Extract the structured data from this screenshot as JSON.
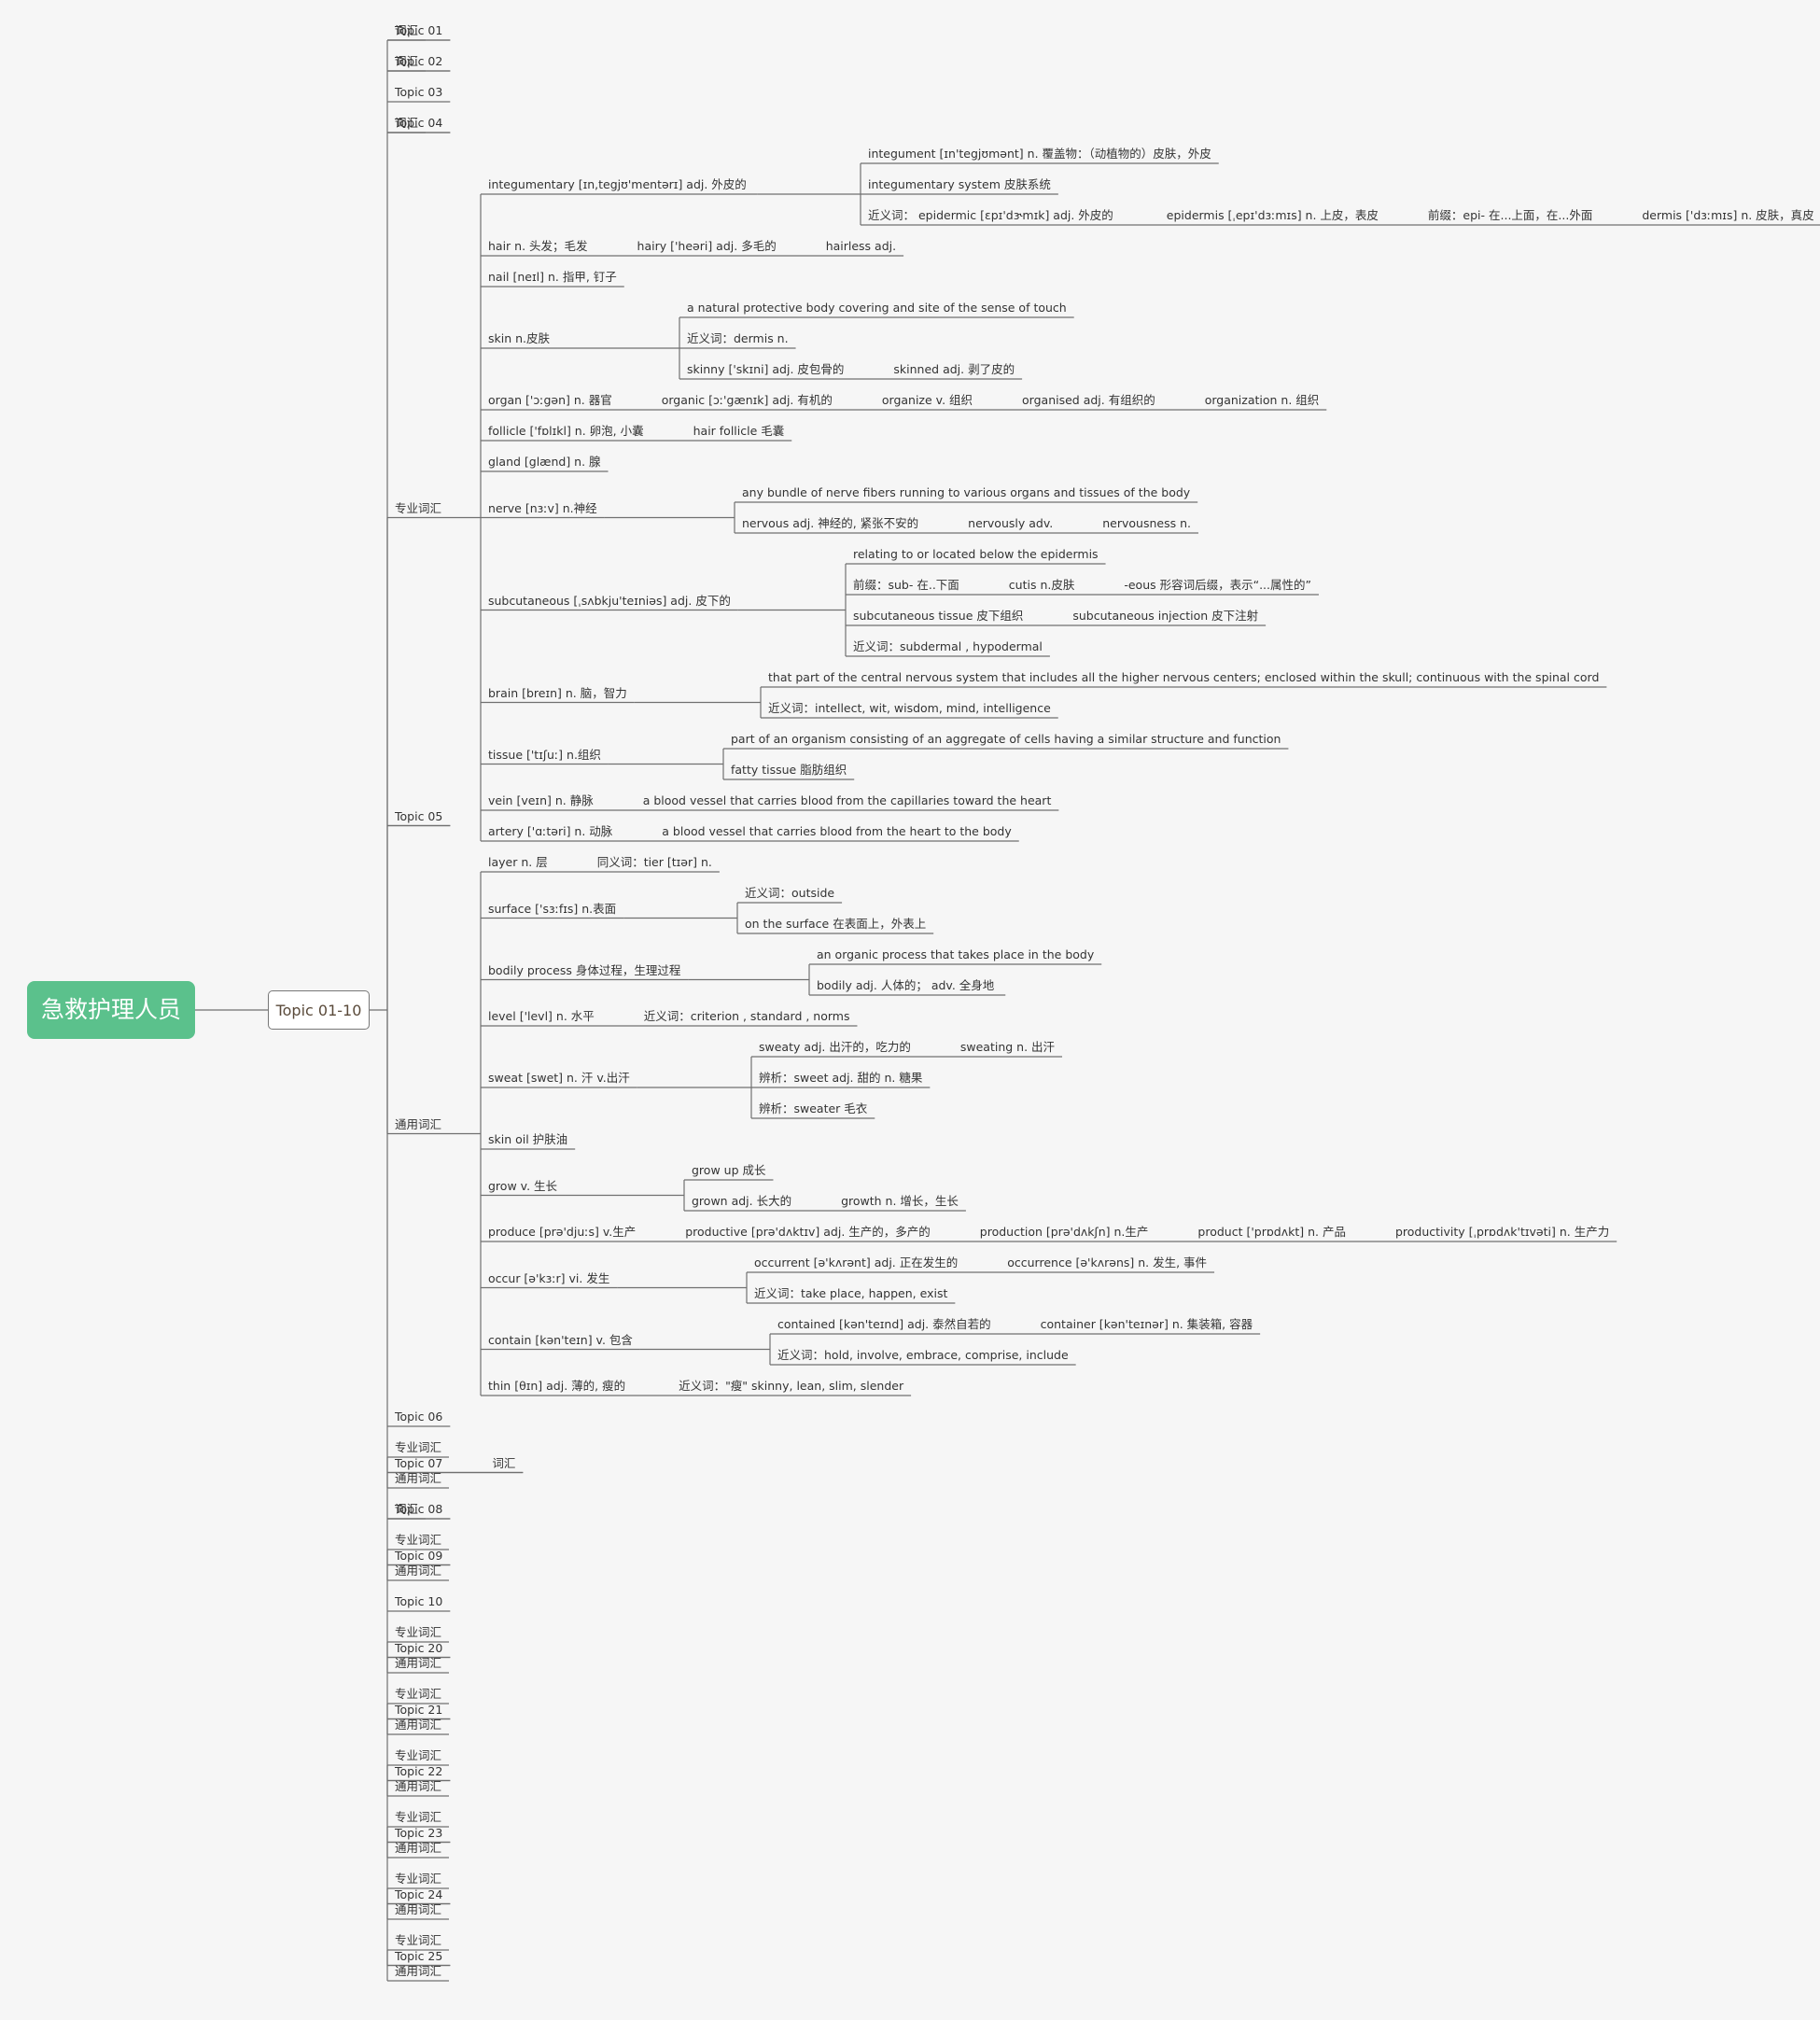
{
  "root": {
    "label": "急救护理人员"
  },
  "center": {
    "label": "Topic 01-10"
  },
  "colors": {
    "root_fill": "#5bc18c",
    "line": "#707070",
    "background": "#f6f6f6"
  },
  "tree": {
    "topics": [
      {
        "label": "Topic 01",
        "children": [
          {
            "label": "词汇"
          }
        ]
      },
      {
        "label": "Topic 02",
        "children": [
          {
            "label": "词汇"
          }
        ]
      },
      {
        "label": "Topic 03"
      },
      {
        "label": "Topic 04",
        "children": [
          {
            "label": "词汇"
          }
        ]
      },
      {
        "label": "Topic 05",
        "children": [
          {
            "label": "专业词汇",
            "children": [
              {
                "label": "integumentary  [ɪn,tegjʊ'mentərɪ] adj. 外皮的",
                "children": [
                  {
                    "label": "integument [ɪn'tegjʊmənt] n. 覆盖物：（动植物的）皮肤，外皮"
                  },
                  {
                    "label": "integumentary system 皮肤系统"
                  },
                  {
                    "label": "近义词：  epidermic [ɛpɪ'dɝmɪk] adj. 外皮的",
                    "chain": [
                      "epidermis [ˌepɪ'dɜːmɪs] n. 上皮，表皮",
                      "前缀：epi- 在...上面，在...外面",
                      "dermis ['dɜːmɪs] n. 皮肤，真皮"
                    ]
                  }
                ]
              },
              {
                "label": "hair n. 头发；毛发",
                "chain": [
                  "hairy ['heəri] adj. 多毛的",
                  "hairless adj."
                ]
              },
              {
                "label": "nail [neɪl] n. 指甲, 钉子"
              },
              {
                "label": "skin n.皮肤",
                "children": [
                  {
                    "label": "a natural protective body covering and site of the sense of touch"
                  },
                  {
                    "label": "近义词：dermis n."
                  },
                  {
                    "label": "skinny ['skɪni] adj. 皮包骨的",
                    "chain": [
                      "skinned adj. 剥了皮的"
                    ]
                  }
                ]
              },
              {
                "label": "organ ['ɔːgən] n. 器官",
                "chain": [
                  "organic [ɔː'gænɪk] adj. 有机的",
                  "organize v. 组织",
                  "organised adj. 有组织的",
                  "organization n. 组织"
                ]
              },
              {
                "label": "follicle ['fɒlɪkl] n. 卵泡, 小囊",
                "chain": [
                  "hair follicle 毛囊"
                ]
              },
              {
                "label": "gland [glænd] n. 腺"
              },
              {
                "label": "nerve [nɜːv] n.神经",
                "children": [
                  {
                    "label": "any bundle of nerve fibers running to various organs and tissues of the body"
                  },
                  {
                    "label": "nervous adj. 神经的, 紧张不安的",
                    "chain": [
                      "nervously adv.",
                      "nervousness n."
                    ]
                  }
                ]
              },
              {
                "label": "subcutaneous [ˌsʌbkju'teɪniəs] adj. 皮下的",
                "children": [
                  {
                    "label": "relating to or located below the epidermis"
                  },
                  {
                    "label": "前缀：sub- 在..下面",
                    "chain": [
                      "cutis n.皮肤",
                      "-eous 形容词后缀，表示“...属性的”"
                    ]
                  },
                  {
                    "label": "subcutaneous tissue 皮下组织",
                    "chain": [
                      "subcutaneous injection 皮下注射"
                    ]
                  },
                  {
                    "label": "近义词：subdermal , hypodermal"
                  }
                ]
              },
              {
                "label": "brain [breɪn] n. 脑，智力",
                "children": [
                  {
                    "label": "that part of the central nervous system that includes all the higher nervous centers; enclosed within the skull; continuous with the spinal cord"
                  },
                  {
                    "label": "近义词：intellect, wit, wisdom, mind, intelligence"
                  }
                ]
              },
              {
                "label": "tissue ['tɪʃuː] n.组织",
                "children": [
                  {
                    "label": "part of an organism consisting of an aggregate of cells having a similar structure and function"
                  },
                  {
                    "label": "fatty tissue 脂肪组织"
                  }
                ]
              },
              {
                "label": "vein [veɪn] n. 静脉",
                "chain": [
                  "a blood vessel that carries blood from the capillaries toward the heart"
                ]
              },
              {
                "label": "artery ['ɑːtəri] n. 动脉",
                "chain": [
                  "a blood vessel that carries blood from the heart to the body"
                ]
              }
            ]
          },
          {
            "label": "通用词汇",
            "children": [
              {
                "label": "layer n. 层",
                "chain": [
                  "同义词：tier [tɪər] n."
                ]
              },
              {
                "label": "surface ['sɜːfɪs] n.表面",
                "children": [
                  {
                    "label": "近义词：outside"
                  },
                  {
                    "label": "on the surface 在表面上，外表上"
                  }
                ]
              },
              {
                "label": "bodily process 身体过程，生理过程",
                "children": [
                  {
                    "label": "an organic process that takes place in the body"
                  },
                  {
                    "label": "bodily adj. 人体的；  adv. 全身地"
                  }
                ]
              },
              {
                "label": "level ['levl] n. 水平",
                "chain": [
                  "近义词：criterion , standard , norms"
                ]
              },
              {
                "label": "sweat [swet] n. 汗 v.出汗",
                "children": [
                  {
                    "label": "sweaty adj. 出汗的，吃力的",
                    "chain": [
                      "sweating n. 出汗"
                    ]
                  },
                  {
                    "label": "辨析：sweet adj. 甜的 n. 糖果"
                  },
                  {
                    "label": "辨析：sweater 毛衣"
                  }
                ]
              },
              {
                "label": "skin oil 护肤油"
              },
              {
                "label": "grow v. 生长",
                "children": [
                  {
                    "label": "grow up 成长"
                  },
                  {
                    "label": "grown adj. 长大的",
                    "chain": [
                      "growth n. 增长，生长"
                    ]
                  }
                ]
              },
              {
                "label": "produce [prə'djuːs] v.生产",
                "chain": [
                  "productive [prə'dʌktɪv] adj. 生产的，多产的",
                  "production [prə'dʌkʃn] n.生产",
                  "product ['prɒdʌkt] n. 产品",
                  "productivity [ˌprɒdʌk'tɪvəti] n. 生产力"
                ]
              },
              {
                "label": "occur [ə'kɜːr] vi. 发生",
                "children": [
                  {
                    "label": "occurrent [ə'kʌrənt] adj. 正在发生的",
                    "chain": [
                      "occurrence [ə'kʌrəns] n. 发生, 事件"
                    ]
                  },
                  {
                    "label": "近义词：take place, happen, exist"
                  }
                ]
              },
              {
                "label": "contain [kən'teɪn] v. 包含",
                "children": [
                  {
                    "label": "contained [kən'teɪnd] adj. 泰然自若的",
                    "chain": [
                      "container [kən'teɪnər] n. 集装箱, 容器"
                    ]
                  },
                  {
                    "label": "近义词：hold, involve, embrace, comprise, include"
                  }
                ]
              },
              {
                "label": "thin  [θɪn] adj. 薄的, 瘦的",
                "chain": [
                  "近义词：\"瘦\" skinny, lean, slim, slender"
                ]
              }
            ]
          }
        ]
      },
      {
        "label": "Topic 06"
      },
      {
        "label": "Topic 07",
        "chain": [
          "词汇"
        ],
        "children": [
          {
            "label": "专业词汇"
          },
          {
            "label": "通用词汇"
          }
        ]
      },
      {
        "label": "Topic 08",
        "children": [
          {
            "label": "词汇"
          }
        ]
      },
      {
        "label": "Topic 09",
        "children": [
          {
            "label": "专业词汇"
          },
          {
            "label": "通用词汇"
          }
        ]
      },
      {
        "label": "Topic 10"
      },
      {
        "label": "Topic 20",
        "children": [
          {
            "label": "专业词汇"
          },
          {
            "label": "通用词汇"
          }
        ]
      },
      {
        "label": "Topic 21",
        "children": [
          {
            "label": "专业词汇"
          },
          {
            "label": "通用词汇"
          }
        ]
      },
      {
        "label": "Topic 22",
        "children": [
          {
            "label": "专业词汇"
          },
          {
            "label": "通用词汇"
          }
        ]
      },
      {
        "label": "Topic 23",
        "children": [
          {
            "label": "专业词汇"
          },
          {
            "label": "通用词汇"
          }
        ]
      },
      {
        "label": "Topic 24",
        "children": [
          {
            "label": "专业词汇"
          },
          {
            "label": "通用词汇"
          }
        ]
      },
      {
        "label": "Topic 25",
        "children": [
          {
            "label": "专业词汇"
          },
          {
            "label": "通用词汇"
          }
        ]
      }
    ]
  }
}
